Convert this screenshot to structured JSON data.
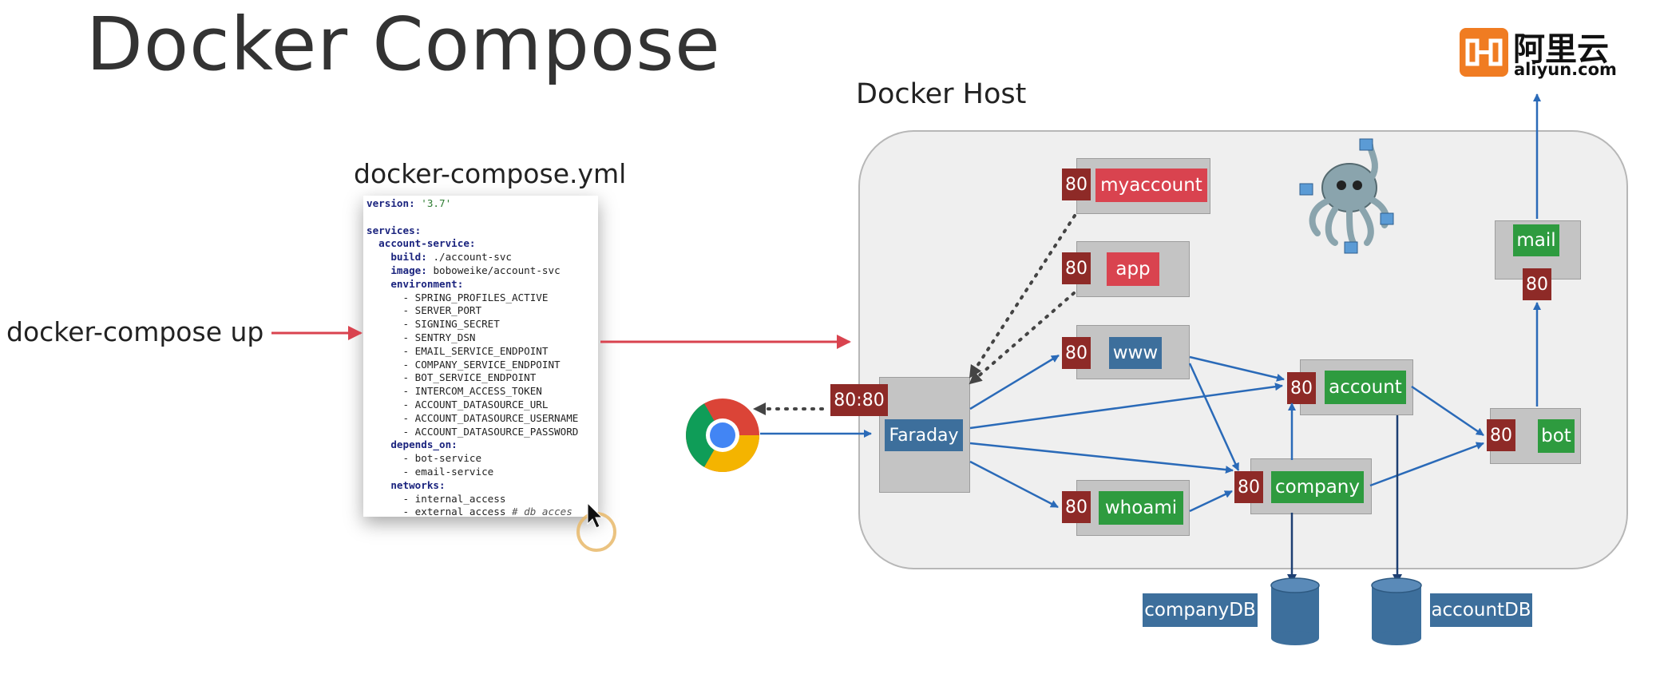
{
  "slide": {
    "title": "Docker Compose",
    "yml_title": "docker-compose.yml",
    "command": "docker-compose up",
    "host_label": "Docker Host"
  },
  "yml": {
    "version_key": "version:",
    "version_value": "'3.7'",
    "services_key": "services:",
    "service_name": "account-service:",
    "build_key": "build:",
    "build_value": "./account-svc",
    "image_key": "image:",
    "image_value": "boboweike/account-svc",
    "environment_key": "environment:",
    "env": [
      "- SPRING_PROFILES_ACTIVE",
      "- SERVER_PORT",
      "- SIGNING_SECRET",
      "- SENTRY_DSN",
      "- EMAIL_SERVICE_ENDPOINT",
      "- COMPANY_SERVICE_ENDPOINT",
      "- BOT_SERVICE_ENDPOINT",
      "- INTERCOM_ACCESS_TOKEN",
      "- ACCOUNT_DATASOURCE_URL",
      "- ACCOUNT_DATASOURCE_USERNAME",
      "- ACCOUNT_DATASOURCE_PASSWORD"
    ],
    "depends_on_key": "depends_on:",
    "depends_on": [
      "- bot-service",
      "- email-service"
    ],
    "networks_key": "networks:",
    "network_1": "- internal_access",
    "network_2": "- external_access",
    "network_2_comment": "# db acces"
  },
  "services": {
    "myaccount": {
      "name": "myaccount",
      "port": "80"
    },
    "app": {
      "name": "app",
      "port": "80"
    },
    "www": {
      "name": "www",
      "port": "80"
    },
    "whoami": {
      "name": "whoami",
      "port": "80"
    },
    "account": {
      "name": "account",
      "port": "80"
    },
    "company": {
      "name": "company",
      "port": "80"
    },
    "bot": {
      "name": "bot",
      "port": "80"
    },
    "mail": {
      "name": "mail",
      "port": "80"
    },
    "faraday": {
      "name": "Faraday",
      "port": "80:80"
    }
  },
  "databases": {
    "company": "companyDB",
    "account": "accountDB"
  },
  "logo": {
    "cn": "阿里云",
    "en": "aliyun.com"
  },
  "colors": {
    "arrow_red": "#d9434f",
    "arrow_blue": "#2a6ab8",
    "port_red": "#8e2a27",
    "service_red": "#d9434f",
    "service_green": "#2e9b3f",
    "service_blue": "#3d6f9c",
    "aliyun_orange": "#f07c22"
  },
  "icons": [
    "chrome-icon",
    "docker-compose-octopus-icon",
    "aliyun-logo-icon",
    "database-cylinder-icon",
    "mouse-cursor-icon"
  ]
}
